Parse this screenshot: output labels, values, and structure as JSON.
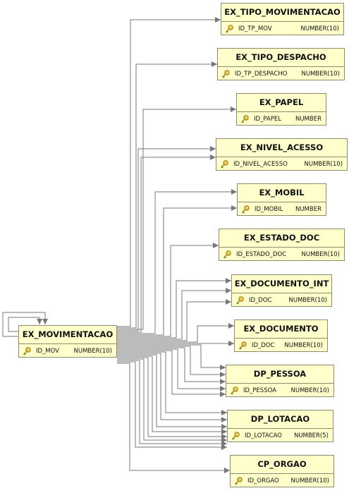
{
  "entities": {
    "ex_movimentacao": {
      "name": "EX_MOVIMENTACAO",
      "column": "ID_MOV",
      "type": "NUMBER(10)",
      "key_icon": "key-icon"
    },
    "ex_tipo_movimentacao": {
      "name": "EX_TIPO_MOVIMENTACAO",
      "column": "ID_TP_MOV",
      "type": "NUMBER(10)",
      "key_icon": "key-icon"
    },
    "ex_tipo_despacho": {
      "name": "EX_TIPO_DESPACHO",
      "column": "ID_TP_DESPACHO",
      "type": "NUMBER(10)",
      "key_icon": "key-icon"
    },
    "ex_papel": {
      "name": "EX_PAPEL",
      "column": "ID_PAPEL",
      "type": "NUMBER",
      "key_icon": "key-icon"
    },
    "ex_nivel_acesso": {
      "name": "EX_NIVEL_ACESSO",
      "column": "ID_NIVEL_ACESSO",
      "type": "NUMBER(10)",
      "key_icon": "key-icon"
    },
    "ex_mobil": {
      "name": "EX_MOBIL",
      "column": "ID_MOBIL",
      "type": "NUMBER",
      "key_icon": "key-icon"
    },
    "ex_estado_doc": {
      "name": "EX_ESTADO_DOC",
      "column": "ID_ESTADO_DOC",
      "type": "NUMBER(10)",
      "key_icon": "key-icon"
    },
    "ex_documento_int": {
      "name": "EX_DOCUMENTO_INT",
      "column": "ID_DOC",
      "type": "NUMBER(10)",
      "key_icon": "key-icon"
    },
    "ex_documento": {
      "name": "EX_DOCUMENTO",
      "column": "ID_DOC",
      "type": "NUMBER(10)",
      "key_icon": "key-icon"
    },
    "dp_pessoa": {
      "name": "DP_PESSOA",
      "column": "ID_PESSOA",
      "type": "NUMBER(10)",
      "key_icon": "key-icon"
    },
    "dp_lotacao": {
      "name": "DP_LOTACAO",
      "column": "ID_LOTACAO",
      "type": "NUMBER(5)",
      "key_icon": "key-icon"
    },
    "cp_orgao": {
      "name": "CP_ORGAO",
      "column": "ID_ORGAO",
      "type": "NUMBER(10)",
      "key_icon": "key-icon"
    }
  },
  "relationships": [
    {
      "from": "EX_MOVIMENTACAO",
      "to": "EX_TIPO_MOVIMENTACAO"
    },
    {
      "from": "EX_MOVIMENTACAO",
      "to": "EX_TIPO_DESPACHO"
    },
    {
      "from": "EX_MOVIMENTACAO",
      "to": "EX_PAPEL"
    },
    {
      "from": "EX_MOVIMENTACAO",
      "to": "EX_NIVEL_ACESSO"
    },
    {
      "from": "EX_MOVIMENTACAO",
      "to": "EX_MOBIL"
    },
    {
      "from": "EX_MOVIMENTACAO",
      "to": "EX_ESTADO_DOC"
    },
    {
      "from": "EX_MOVIMENTACAO",
      "to": "EX_DOCUMENTO_INT"
    },
    {
      "from": "EX_MOVIMENTACAO",
      "to": "EX_DOCUMENTO"
    },
    {
      "from": "EX_MOVIMENTACAO",
      "to": "DP_PESSOA"
    },
    {
      "from": "EX_MOVIMENTACAO",
      "to": "DP_LOTACAO"
    },
    {
      "from": "EX_MOVIMENTACAO",
      "to": "CP_ORGAO"
    },
    {
      "from": "EX_MOVIMENTACAO",
      "to": "EX_MOVIMENTACAO"
    }
  ],
  "colors": {
    "entity_fill": "#ffffcc",
    "entity_border": "#8b8b6f",
    "connector": "#777777",
    "key": "#c8a020"
  }
}
